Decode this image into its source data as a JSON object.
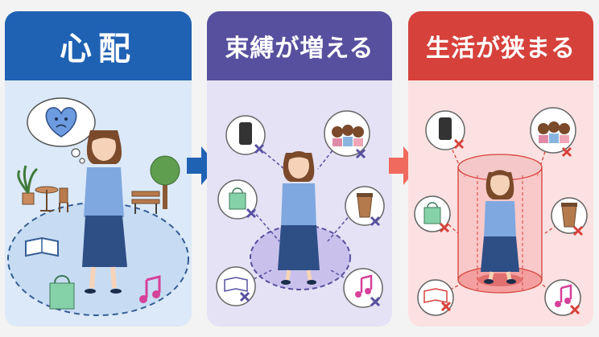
{
  "panels": [
    {
      "title": "心配"
    },
    {
      "title": "束縛が増える"
    },
    {
      "title": "生活が狭まる"
    }
  ],
  "icons": {
    "panel1": [
      "worried-heart-icon",
      "plant-icon",
      "cafe-table-icon",
      "tree-icon",
      "bench-icon",
      "book-icon",
      "shopping-bag-icon",
      "music-note-icon"
    ],
    "panel2": [
      "smartphone-icon",
      "friends-icon",
      "shopping-bag-icon",
      "coffee-cup-icon",
      "book-icon",
      "music-note-icon"
    ],
    "panel3": [
      "smartphone-icon",
      "friends-icon",
      "shopping-bag-icon",
      "coffee-cup-icon",
      "book-icon",
      "music-note-icon"
    ]
  },
  "colors": {
    "panel1_header": "#1f62b4",
    "panel2_header": "#57509f",
    "panel3_header": "#d6413b",
    "arrow1": "#1f62b4",
    "arrow2": "#f06a5d"
  }
}
